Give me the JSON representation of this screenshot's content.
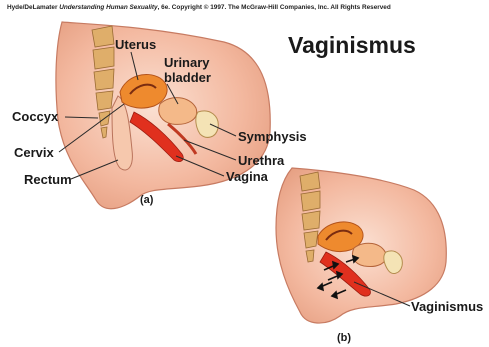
{
  "credit": {
    "authors": "Hyde/DeLamater",
    "book": "Understanding Human Sexuality",
    "rest": ", 6e.  Copyright © 1997. The McGraw-Hill Companies, Inc. All Rights Reserved"
  },
  "title": "Vaginismus",
  "figure_a": {
    "panel_label": "(a)",
    "labels": {
      "uterus": "Uterus",
      "urinary_bladder_line1": "Urinary",
      "urinary_bladder_line2": "bladder",
      "coccyx": "Coccyx",
      "cervix": "Cervix",
      "rectum": "Rectum",
      "symphysis": "Symphysis",
      "urethra": "Urethra",
      "vagina": "Vagina"
    }
  },
  "figure_b": {
    "panel_label": "(b)",
    "labels": {
      "vaginismus": "Vaginismus"
    }
  },
  "colors": {
    "tissue": "#f2b49a",
    "tissue_light": "#f9d5c3",
    "muscle": "#d8452e",
    "organ_red": "#e0301e",
    "uterus_orange": "#e8741c",
    "vertebra": "#d9a25c",
    "bone_light": "#f4e3b5",
    "leader_line": "#2a2a2a"
  }
}
